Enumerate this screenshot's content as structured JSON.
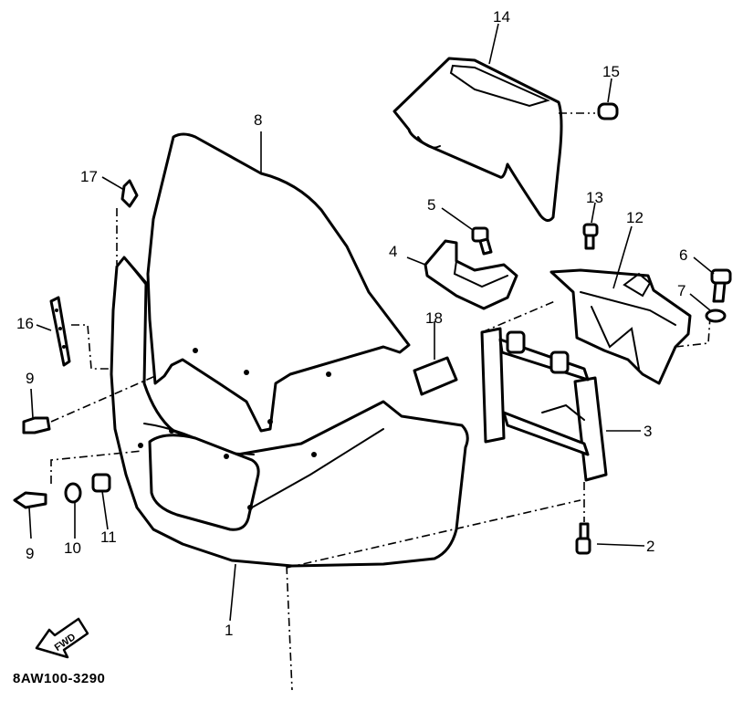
{
  "diagram_code": "8AW100-3290",
  "fwd_label": "FWD",
  "callouts": [
    {
      "id": "c1",
      "label": "1"
    },
    {
      "id": "c2",
      "label": "2"
    },
    {
      "id": "c3",
      "label": "3"
    },
    {
      "id": "c4",
      "label": "4"
    },
    {
      "id": "c5",
      "label": "5"
    },
    {
      "id": "c6",
      "label": "6"
    },
    {
      "id": "c7",
      "label": "7"
    },
    {
      "id": "c8",
      "label": "8"
    },
    {
      "id": "c9a",
      "label": "9"
    },
    {
      "id": "c9b",
      "label": "9"
    },
    {
      "id": "c10",
      "label": "10"
    },
    {
      "id": "c11",
      "label": "11"
    },
    {
      "id": "c12",
      "label": "12"
    },
    {
      "id": "c13",
      "label": "13"
    },
    {
      "id": "c14",
      "label": "14"
    },
    {
      "id": "c15",
      "label": "15"
    },
    {
      "id": "c16",
      "label": "16"
    },
    {
      "id": "c17",
      "label": "17"
    },
    {
      "id": "c18",
      "label": "18"
    }
  ]
}
